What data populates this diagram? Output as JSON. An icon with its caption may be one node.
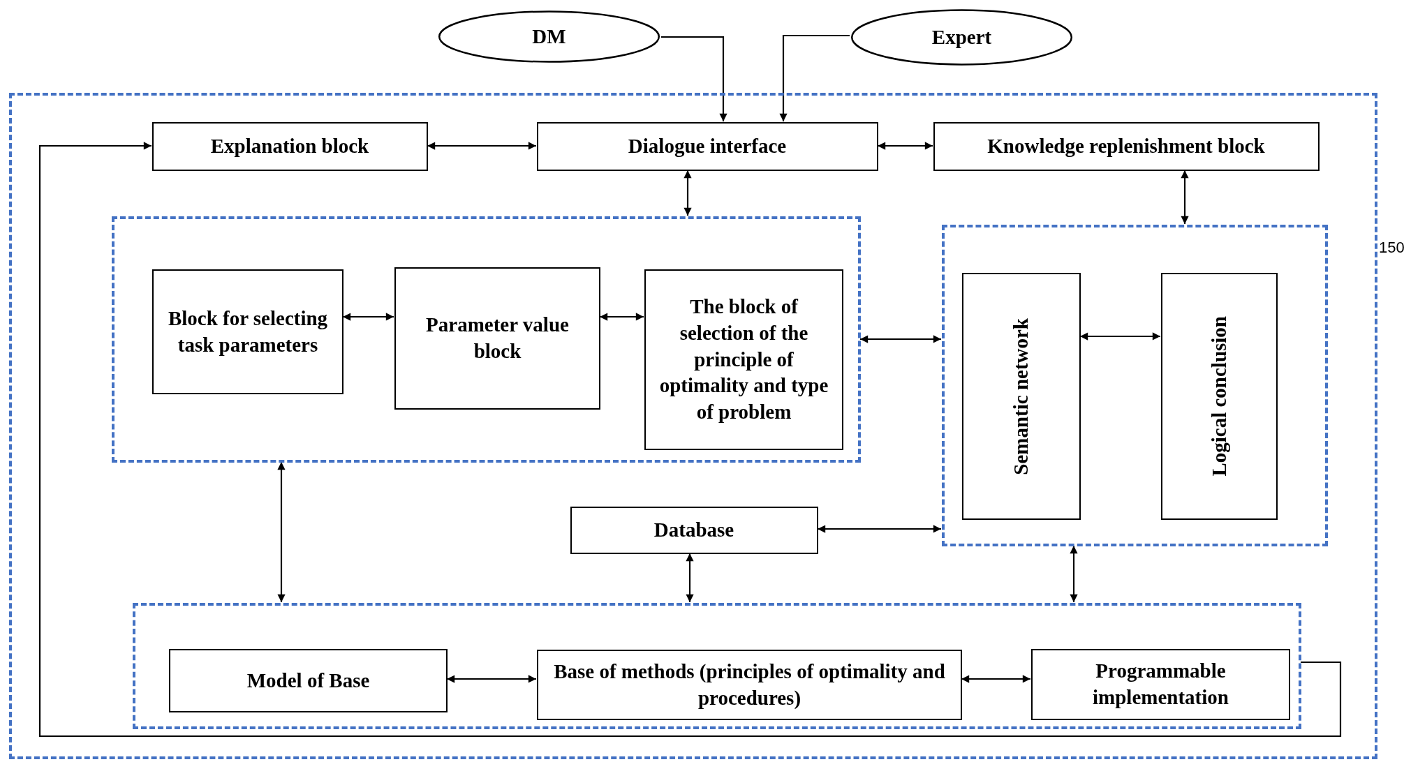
{
  "diagram": {
    "nodes": [
      {
        "text": [
          "DM"
        ]
      },
      {
        "text": [
          "Expert"
        ]
      },
      {
        "text": [],
        "shape": "box"
      },
      {
        "text": [
          "Explanation block"
        ],
        "in": 2
      },
      {
        "text": [
          "Dialogue interface"
        ],
        "in": 2
      },
      {
        "text": [
          "Knowledge replenishment block"
        ],
        "in": 2
      },
      {
        "text": [],
        "shape": "box",
        "in": 2
      },
      {
        "text": [
          "Block for selecting task parameters"
        ],
        "in": 6
      },
      {
        "text": [
          "Parameter value block"
        ],
        "in": 6
      },
      {
        "text": [
          "The block of selection of the principle of optimality and type of problem"
        ],
        "in": 6
      },
      {
        "text": [],
        "shape": "box",
        "in": 2
      },
      {
        "text": [
          "Semantic network"
        ],
        "in": 10
      },
      {
        "text": [
          "Logical conclusion"
        ],
        "in": 10
      },
      {
        "text": [
          "Database"
        ],
        "in": 2
      },
      {
        "text": [],
        "shape": "box",
        "in": 2
      },
      {
        "text": [
          "Model of Base"
        ],
        "in": 14
      },
      {
        "text": [
          "Base of methods (principles of optimality and procedures)"
        ],
        "in": 14
      },
      {
        "text": [
          "Programmable implementation"
        ],
        "in": 14
      }
    ],
    "edges": [
      {
        "from": 0,
        "to": 4,
        "arrow": "to"
      },
      {
        "from": 1,
        "to": 4,
        "arrow": "to"
      },
      {
        "from": 3,
        "to": 4,
        "arrow": "both"
      },
      {
        "from": 4,
        "to": 5,
        "arrow": "both"
      },
      {
        "from": 4,
        "to": 6,
        "arrow": "both"
      },
      {
        "from": 5,
        "to": 10,
        "arrow": "both"
      },
      {
        "from": 7,
        "to": 8,
        "arrow": "both"
      },
      {
        "from": 8,
        "to": 9,
        "arrow": "both"
      },
      {
        "from": 6,
        "to": 10,
        "arrow": "both"
      },
      {
        "from": 11,
        "to": 12,
        "arrow": "both"
      },
      {
        "from": 13,
        "to": 10,
        "arrow": "both"
      },
      {
        "from": 6,
        "to": 14,
        "arrow": "both"
      },
      {
        "from": 13,
        "to": 14,
        "arrow": "both"
      },
      {
        "from": 10,
        "to": 14,
        "arrow": "both"
      },
      {
        "from": 15,
        "to": 16,
        "arrow": "both"
      },
      {
        "from": 16,
        "to": 17,
        "arrow": "both"
      },
      {
        "from": 14,
        "to": 3,
        "arrow": "to"
      }
    ],
    "labels": [
      "150"
    ]
  }
}
